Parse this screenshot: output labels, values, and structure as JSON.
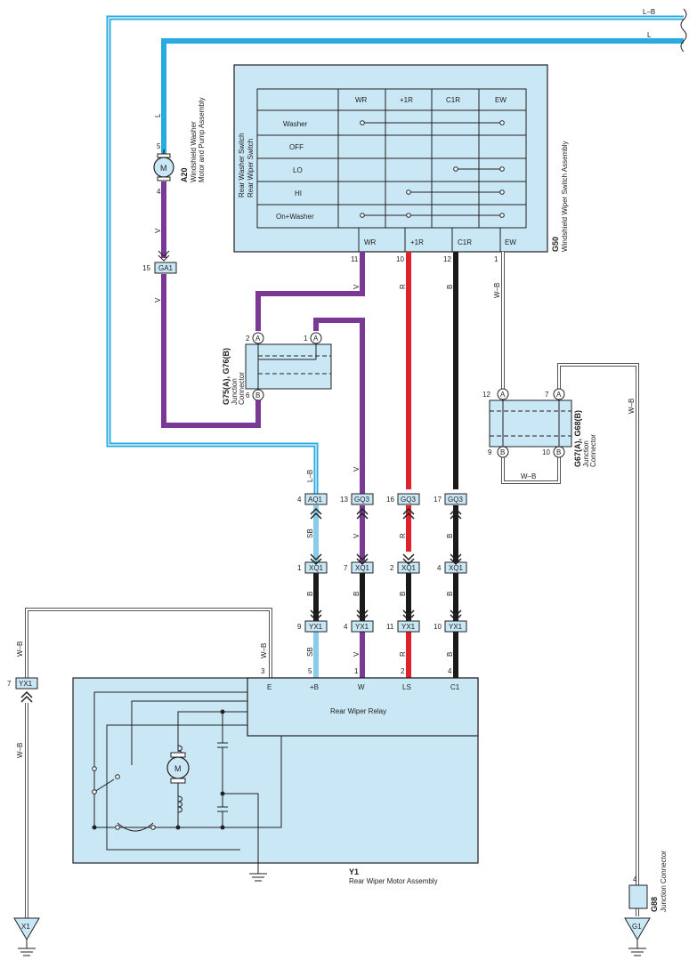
{
  "wires": {
    "lb_top": "L–B",
    "l_top": "L",
    "l_motor": "L",
    "v1": "V",
    "v2": "V",
    "v3": "V",
    "v_wr": "V",
    "r_1r": "R",
    "b_c1r": "B",
    "wb_ew": "W–B",
    "wb_g67": "W–B",
    "wb_jumper": "W–B",
    "lb_aq1": "L–B",
    "v_gq3": "V",
    "sb_aq1": "SB",
    "v_gq3b": "V",
    "r_gq3": "R",
    "b_gq3": "B",
    "b_xq1a": "B",
    "b_xq1b": "B",
    "b_xq1c": "B",
    "b_xq1d": "B",
    "sb_yx1": "SB",
    "v_yx1": "V",
    "r_yx1": "R",
    "b_yx1": "B",
    "wb_e": "W–B",
    "wb_left1": "W–B",
    "wb_left2": "W–B"
  },
  "switch_table": {
    "title1": "Rear Washer Switch",
    "title2": "Rear Wiper Switch",
    "columns": [
      "WR",
      "+1R",
      "C1R",
      "EW"
    ],
    "rows": [
      "Washer",
      "OFF",
      "LO",
      "HI",
      "On+Washer"
    ],
    "terminals": [
      "WR",
      "+1R",
      "C1R",
      "EW"
    ],
    "pins": [
      "11",
      "10",
      "12",
      "1"
    ]
  },
  "g50": {
    "id": "G50",
    "name": "Windshield Wiper Switch Assembly"
  },
  "a20": {
    "id": "A20",
    "name1": "Windshield Washer",
    "name2": "Motor and Pump Assembly",
    "pin_top": "5",
    "pin_bottom": "4",
    "symbol": "M"
  },
  "ga1": {
    "label": "GA1",
    "pin": "15"
  },
  "g75": {
    "id": "G75(A), G76(B)",
    "name1": "Junction",
    "name2": "Connector",
    "pin_a1": "2",
    "pin_a2": "1",
    "pin_b": "6",
    "badge_a": "A",
    "badge_b": "B"
  },
  "g67": {
    "id": "G67(A), G68(B)",
    "name1": "Junction",
    "name2": "Connector",
    "pin_a1": "12",
    "pin_a2": "7",
    "pin_b1": "9",
    "pin_b2": "10",
    "badge_a": "A",
    "badge_b": "B"
  },
  "gq3_row": [
    {
      "pin": "4",
      "label": "AQ1"
    },
    {
      "pin": "13",
      "label": "GQ3"
    },
    {
      "pin": "16",
      "label": "GQ3"
    },
    {
      "pin": "17",
      "label": "GQ3"
    }
  ],
  "xq1_row": [
    {
      "pin": "1",
      "label": "XQ1"
    },
    {
      "pin": "7",
      "label": "XQ1"
    },
    {
      "pin": "2",
      "label": "XQ1"
    },
    {
      "pin": "4",
      "label": "XQ1"
    }
  ],
  "yx1_row": [
    {
      "pin": "9",
      "label": "YX1"
    },
    {
      "pin": "4",
      "label": "YX1"
    },
    {
      "pin": "11",
      "label": "YX1"
    },
    {
      "pin": "10",
      "label": "YX1"
    }
  ],
  "yx1_left": {
    "pin": "7",
    "label": "YX1"
  },
  "relay": {
    "name": "Rear Wiper Relay",
    "terminals": [
      "E",
      "+B",
      "W",
      "LS",
      "C1"
    ],
    "pins": [
      "3",
      "5",
      "1",
      "2",
      "4"
    ]
  },
  "y1": {
    "id": "Y1",
    "name": "Rear Wiper Motor Assembly",
    "symbol": "M"
  },
  "g88": {
    "id": "G88",
    "name": "Junction Connector",
    "pin": "4"
  },
  "grounds": {
    "x1": "X1",
    "g1": "G1"
  },
  "colors": {
    "blue": "#29aae1",
    "light_blue": "#89cdea",
    "violet": "#7b3996",
    "red": "#e0202a",
    "black": "#1a1a1a",
    "panel": "#c9e7f5"
  }
}
